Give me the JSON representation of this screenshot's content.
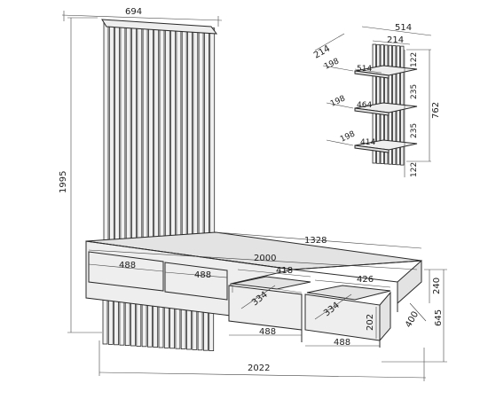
{
  "diagram": {
    "main_labels": {
      "panel_width": "694",
      "total_height": "1995",
      "top_depth": "1328",
      "cabinet_width": "2000",
      "drawer_1": "488",
      "drawer_2": "488",
      "inner_1": "418",
      "inner_2": "426",
      "drawer_depth_1": "334",
      "drawer_depth_2": "334",
      "bottom_1": "488",
      "bottom_2": "488",
      "drawer_height": "202",
      "cabinet_height": "240",
      "cabinet_depth": "400",
      "leg_height": "645",
      "overall_width": "2022"
    },
    "shelf_labels": {
      "depth": "214",
      "width_top": "514",
      "panel_top": "214",
      "s1_depth": "198",
      "s1_width": "514",
      "s2_depth": "198",
      "s2_width": "464",
      "s3_depth": "198",
      "s3_width": "414",
      "gap_top": "122",
      "gap_mid1": "235",
      "gap_mid2": "235",
      "gap_bottom": "122",
      "total_height": "762"
    }
  }
}
